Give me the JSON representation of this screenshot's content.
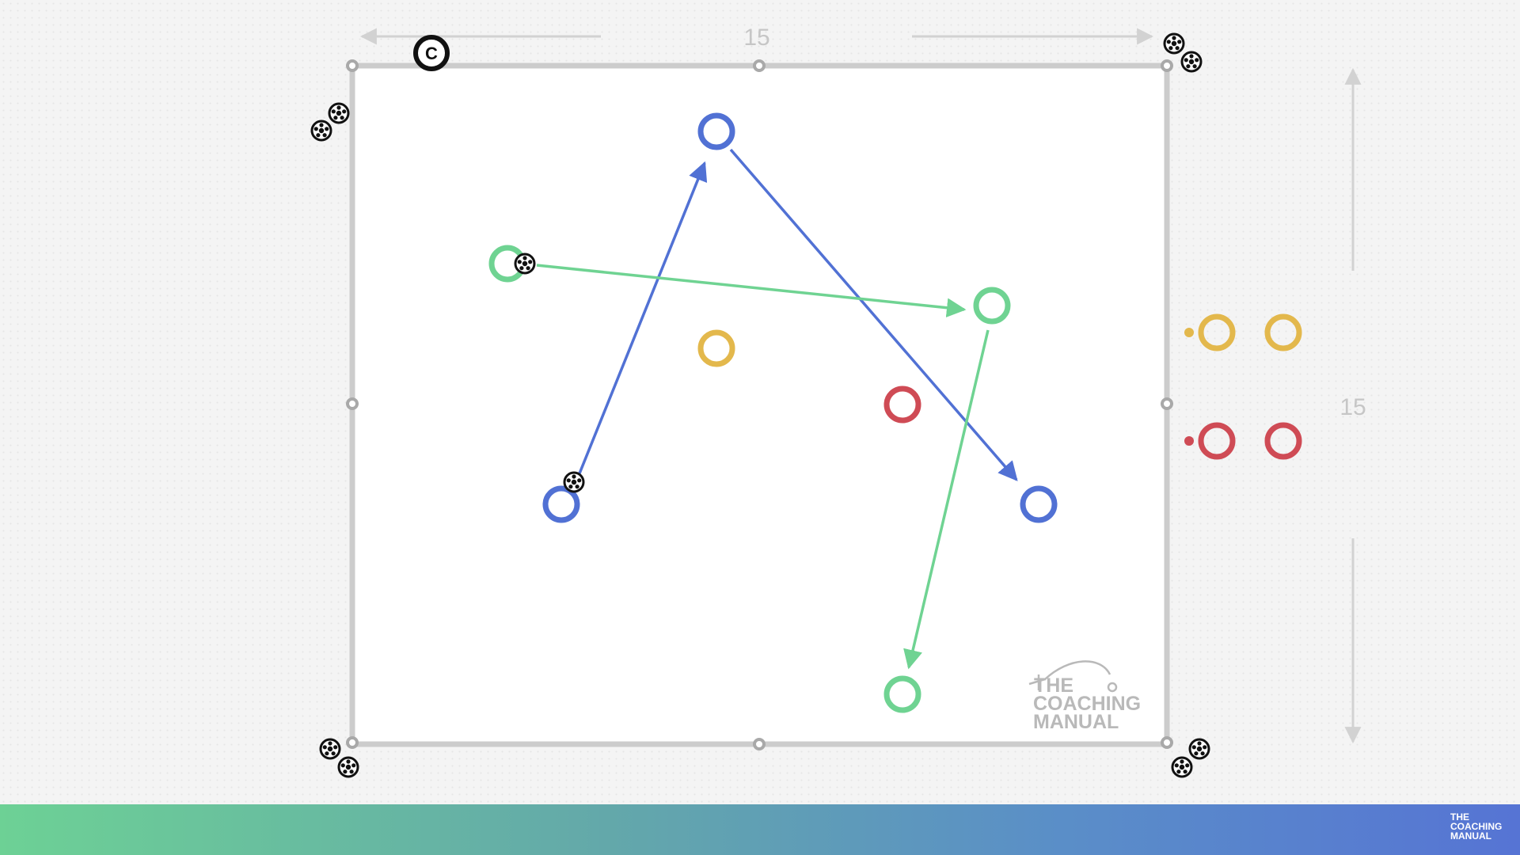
{
  "diagram": {
    "width_label": "15",
    "height_label": "15",
    "watermark": {
      "line1": "THE",
      "line2": "COACHING",
      "line3": "MANUAL"
    },
    "coach_marker": "C",
    "team_colors": {
      "blue": "#5171d4",
      "green": "#6fd392",
      "yellow": "#e3b84c",
      "red": "#cf4b55",
      "boundary": "#cccccc",
      "arrow_guide": "#d2d2d2"
    },
    "players": [
      {
        "team": "blue",
        "role": "player"
      },
      {
        "team": "blue",
        "role": "player",
        "has_ball": true
      },
      {
        "team": "blue",
        "role": "player"
      },
      {
        "team": "green",
        "role": "player",
        "has_ball": true
      },
      {
        "team": "green",
        "role": "player"
      },
      {
        "team": "green",
        "role": "player"
      },
      {
        "team": "yellow",
        "role": "neutral"
      },
      {
        "team": "red",
        "role": "defender"
      },
      {
        "team": "yellow",
        "role": "waiting"
      },
      {
        "team": "yellow",
        "role": "waiting"
      },
      {
        "team": "red",
        "role": "waiting"
      },
      {
        "team": "red",
        "role": "waiting"
      }
    ],
    "passes": [
      {
        "team": "blue",
        "from": "blue-player-bottom-left",
        "to": "blue-player-top"
      },
      {
        "team": "blue",
        "from": "blue-player-top",
        "to": "blue-player-right"
      },
      {
        "team": "green",
        "from": "green-player-left",
        "to": "green-player-middle"
      },
      {
        "team": "green",
        "from": "green-player-middle",
        "to": "green-player-bottom"
      }
    ],
    "ball_groups": [
      "top-left",
      "top-right",
      "bottom-left",
      "bottom-right"
    ],
    "icons": {
      "ball": "soccer-ball-icon",
      "coach": "coach-icon",
      "cone": "cone-icon"
    }
  },
  "footer": {
    "logo": {
      "line1": "THE",
      "line2": "COACHING",
      "line3": "MANUAL"
    }
  }
}
